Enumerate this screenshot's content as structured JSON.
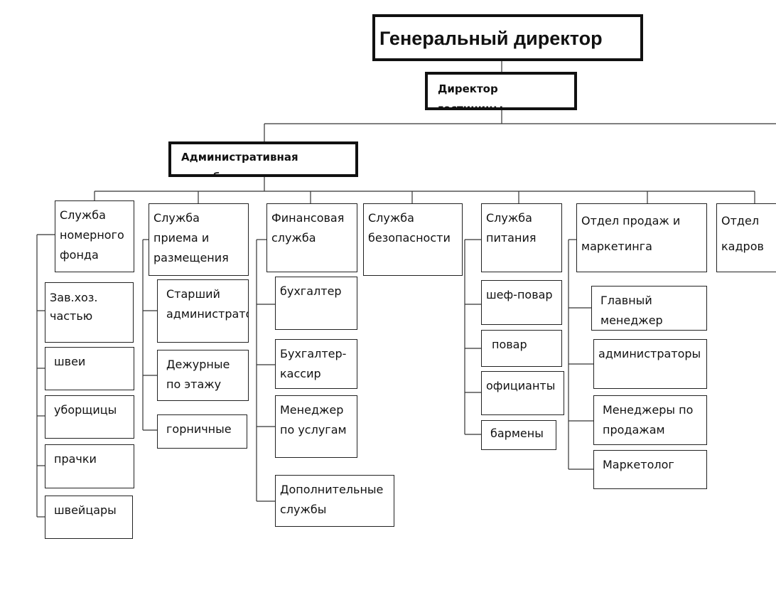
{
  "org": {
    "ceo": "Генеральный директор",
    "hotel_director": "Директор гостиницы",
    "admin_service": "Административная служба",
    "departments": [
      {
        "label": "Служба номерного фонда"
      },
      {
        "label": "Служба приема и размещения"
      },
      {
        "label": "Финансовая служба"
      },
      {
        "label": "Служба безопасности"
      },
      {
        "label": "Служба питания"
      },
      {
        "label": "Отдел продаж и маркетинга"
      },
      {
        "label": "Отдел кадров"
      }
    ],
    "room_fund": [
      "Зав.хоз. частью",
      "швеи",
      "уборщицы",
      "прачки",
      "швейцары"
    ],
    "reception": [
      "Старший администратор",
      "Дежурные по этажу",
      "горничные"
    ],
    "finance": [
      "бухгалтер",
      "Бухгалтер-кассир",
      "Менеджер по услугам",
      "Дополнительные службы"
    ],
    "catering": [
      "шеф-повар",
      "повар",
      "официанты",
      "бармены"
    ],
    "sales": [
      "Главный менеджер",
      "администраторы",
      "Менеджеры по продажам",
      "Маркетолог"
    ]
  }
}
